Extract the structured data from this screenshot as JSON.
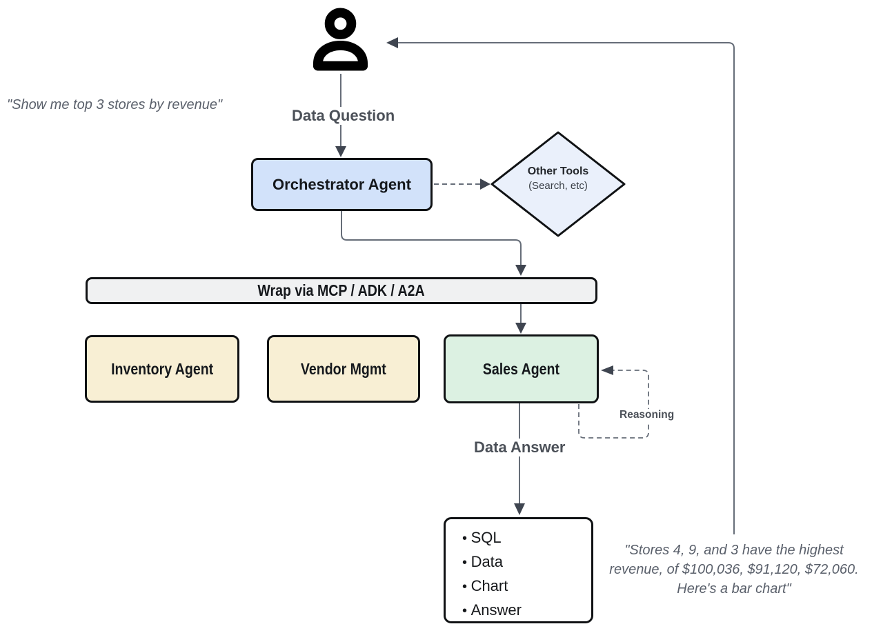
{
  "labels": {
    "data_question": "Data Question",
    "data_answer": "Data Answer",
    "reasoning": "Reasoning"
  },
  "nodes": {
    "orchestrator": {
      "label": "Orchestrator Agent",
      "fill": "#d2e2fa"
    },
    "other_tools": {
      "title": "Other Tools",
      "subtitle": "(Search, etc)",
      "fill": "#eaf0fb"
    },
    "wrap_bar": {
      "label": "Wrap via MCP / ADK / A2A",
      "fill": "#f0f1f2"
    },
    "inventory": {
      "label": "Inventory Agent",
      "fill": "#f8efd4"
    },
    "vendor": {
      "label": "Vendor Mgmt",
      "fill": "#f8efd4"
    },
    "sales": {
      "label": "Sales Agent",
      "fill": "#dcf1e2"
    },
    "output": {
      "items": [
        "SQL",
        "Data",
        "Chart",
        "Answer"
      ]
    }
  },
  "quotes": {
    "left": "\"Show me top 3 stores by revenue\"",
    "right": "\"Stores 4, 9, and 3 have the highest revenue, of $100,036, $91,120, $72,060. Here's a bar chart\""
  },
  "colors": {
    "line": "#666d78",
    "arrow": "#3f4550",
    "border": "#101214"
  }
}
